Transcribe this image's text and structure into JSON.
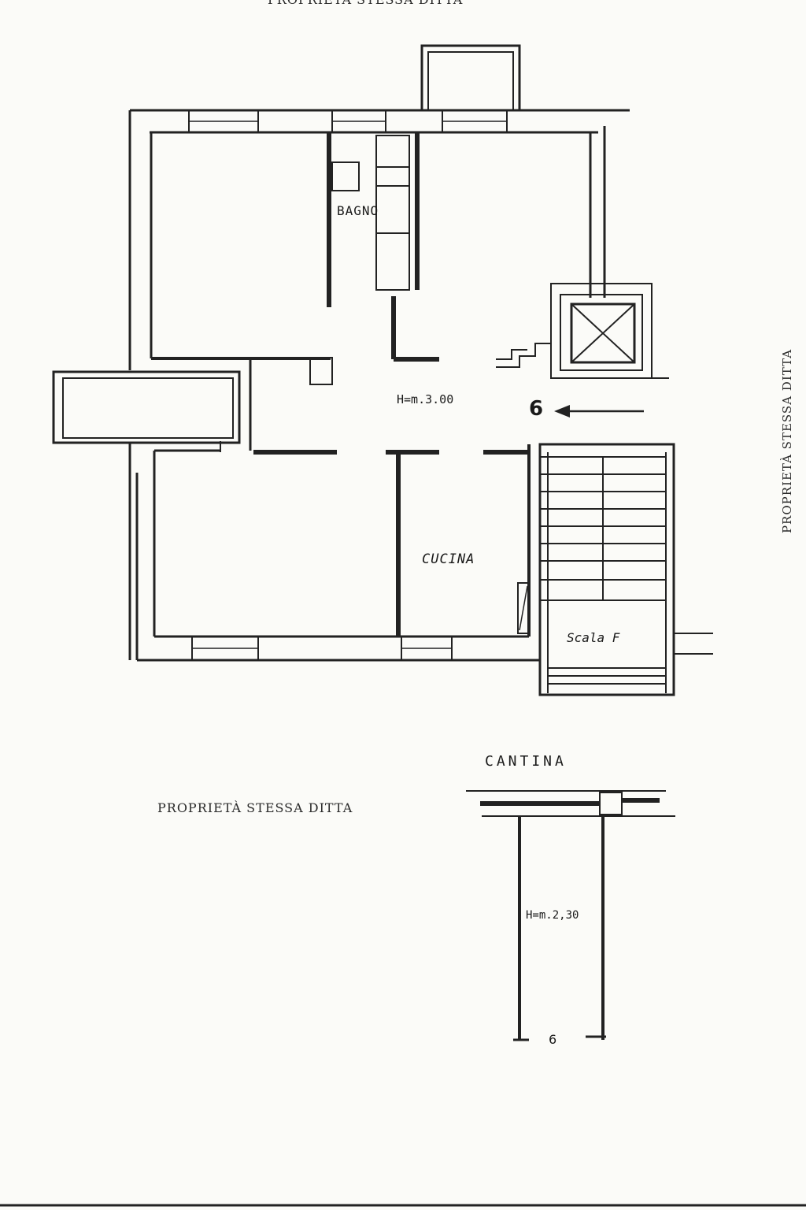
{
  "labels": {
    "top_clipped_owner": "PROPRIETÀ STESSA DITTA",
    "right_owner": "PROPRIETÀ STESSA DITTA",
    "bottom_owner": "PROPRIETÀ STESSA DITTA",
    "bathroom": "BAGNO",
    "main_height": "H=m.3.00",
    "stair_number": "6",
    "kitchen": "CUCINA",
    "stair": "Scala F",
    "cellar_title": "CANTINA",
    "cellar_height": "H=m.2,30",
    "cellar_number": "6"
  },
  "colors": {
    "paper": "#fbfbf8",
    "ink": "#1e1e1e"
  }
}
